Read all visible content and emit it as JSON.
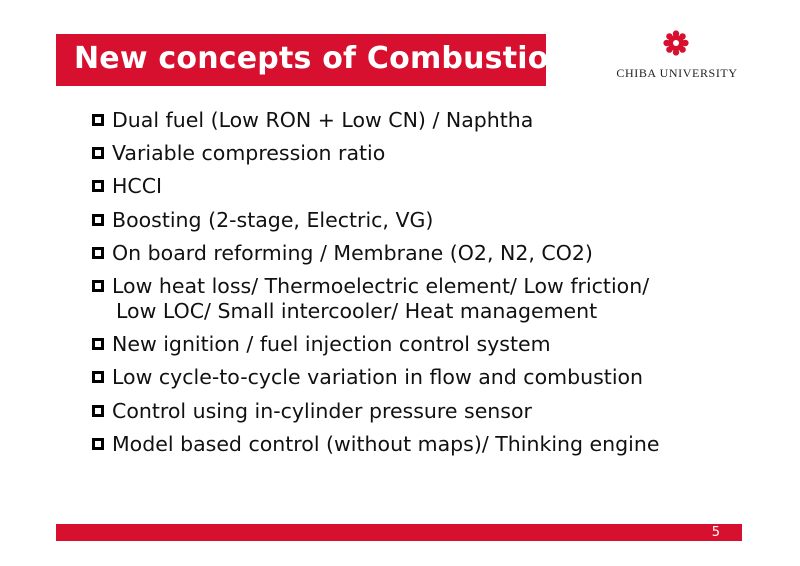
{
  "slide": {
    "title": "New concepts of Combustion",
    "logo_text": "CHIBA UNIVERSITY",
    "page_number": "5",
    "colors": {
      "accent": "#d7102f",
      "text": "#111111",
      "background": "#ffffff"
    },
    "bullets": [
      {
        "text": "Dual fuel (Low RON + Low CN) / Naphtha"
      },
      {
        "text": "Variable compression ratio"
      },
      {
        "text": "HCCI"
      },
      {
        "text": "Boosting (2-stage, Electric, VG)"
      },
      {
        "text": "On board reforming / Membrane (O2, N2, CO2)"
      },
      {
        "text": "Low heat loss/ Thermoelectric element/ Low friction/",
        "cont": "Low LOC/ Small intercooler/ Heat management"
      },
      {
        "text": "New ignition / fuel injection control system"
      },
      {
        "text": "Low cycle-to-cycle variation in flow and combustion"
      },
      {
        "text": "Control using in-cylinder pressure sensor"
      },
      {
        "text": "Model based control (without maps)/ Thinking engine"
      }
    ]
  }
}
